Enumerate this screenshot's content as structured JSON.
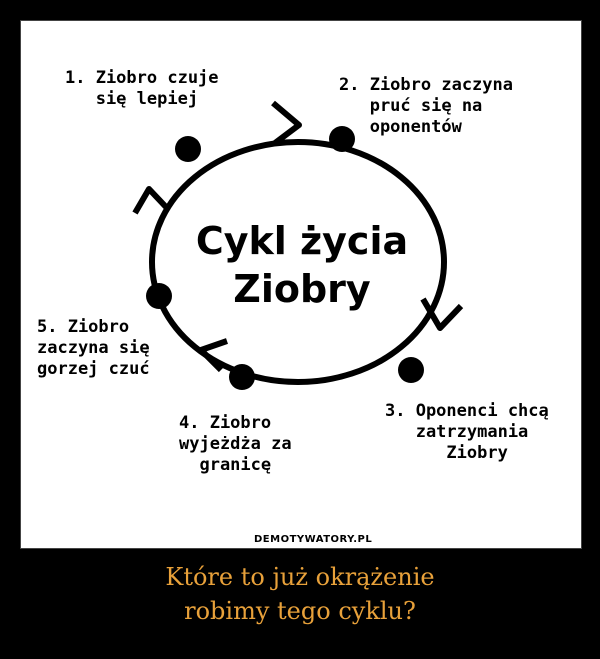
{
  "diagram": {
    "center_title": "Cykl życia\nZiobry",
    "steps": [
      "1. Ziobro czuje\n   się lepiej",
      "2. Ziobro zaczyna\n   pruć się na\n   oponentów",
      "3. Oponenci chcą\n   zatrzymania\n      Ziobry",
      "4. Ziobro\nwyjeżdża za\n  granicę",
      "5. Ziobro\nzaczyna się\ngorzej czuć"
    ]
  },
  "watermark": "DEMOTYWATORY.PL",
  "caption": "Które to już okrążenie\nrobimy tego cyklu?",
  "colors": {
    "background": "#000000",
    "panel": "#ffffff",
    "caption": "#e8a13a"
  }
}
